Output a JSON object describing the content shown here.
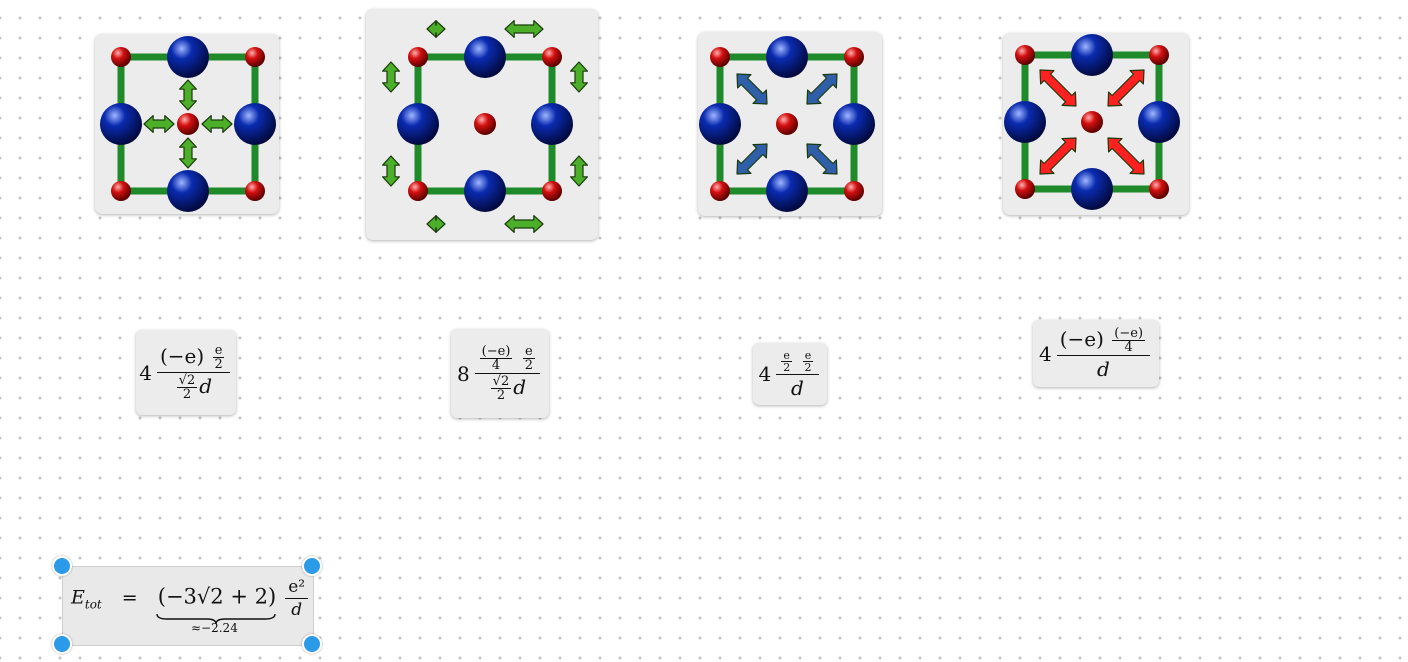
{
  "diagrams": [
    {
      "name": "configuration-1",
      "arrow_color": "#4caf2a",
      "arrow_style": "inward-short"
    },
    {
      "name": "configuration-2",
      "arrow_color": "#4caf2a",
      "arrow_style": "edge-double"
    },
    {
      "name": "configuration-3",
      "arrow_color": "#2f5fa8",
      "arrow_style": "diagonal-double"
    },
    {
      "name": "configuration-4",
      "arrow_color": "#ff2020",
      "arrow_style": "diagonal-double"
    }
  ],
  "colors": {
    "bond": "#1e8a2a",
    "large_ion": "#0a2bb0",
    "small_ion": "#d41010",
    "card_bg": "#ececec",
    "selection_handle": "#2b9ae8"
  },
  "formulas": {
    "f1": {
      "coef": "4",
      "num_left": "(−e)",
      "num_frac_num": "e",
      "num_frac_den": "2",
      "den_frac_num": "√2",
      "den_frac_den": "2",
      "den_var": "d"
    },
    "f2": {
      "coef": "8",
      "num_a_num": "(−e)",
      "num_a_den": "4",
      "num_b_num": "e",
      "num_b_den": "2",
      "den_frac_num": "√2",
      "den_frac_den": "2",
      "den_var": "d"
    },
    "f3": {
      "coef": "4",
      "a_num": "e",
      "a_den": "2",
      "b_num": "e",
      "b_den": "2",
      "den_var": "d"
    },
    "f4": {
      "coef": "4",
      "num_left": "(−e)",
      "num_frac_num": "(−e)",
      "num_frac_den": "4",
      "den_var": "d"
    }
  },
  "total": {
    "lhs": "E",
    "lhs_sub": "tot",
    "equals": "=",
    "paren_expr": "(−3√2 + 2)",
    "frac_num": "e²",
    "frac_den": "d",
    "approx_label": "≈−2.24"
  }
}
